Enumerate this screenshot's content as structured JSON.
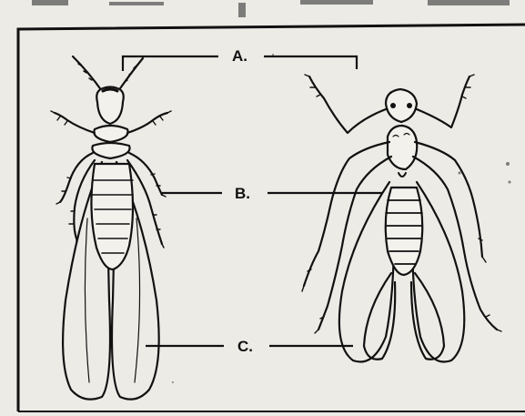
{
  "labels": {
    "a": "A.",
    "b": "B.",
    "c": "C."
  },
  "colors": {
    "paper": "#ecebe6",
    "ink": "#111111"
  }
}
